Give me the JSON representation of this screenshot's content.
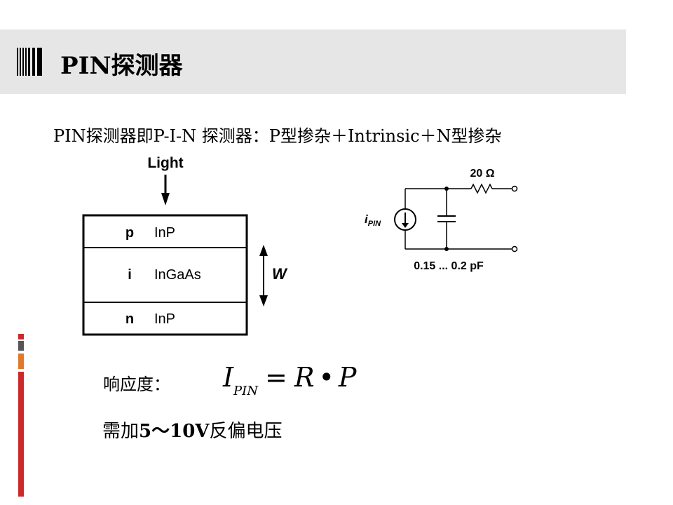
{
  "slide": {
    "title": "PIN探测器",
    "subtitle": "PIN探测器即P-I-N 探测器：P型掺杂＋Intrinsic＋N型掺杂"
  },
  "layer_diagram": {
    "light_label": "Light",
    "layers": [
      {
        "letter": "p",
        "material": "InP"
      },
      {
        "letter": "i",
        "material": "InGaAs"
      },
      {
        "letter": "n",
        "material": "InP"
      }
    ],
    "width_label": "W"
  },
  "circuit": {
    "resistor_label": "20 Ω",
    "source_label_main": "i",
    "source_label_sub": "PIN",
    "capacitor_label": "0.15 ... 0.2 pF"
  },
  "response": {
    "label": "响应度：",
    "formula": {
      "lhs": "I",
      "lhs_sub": "PIN",
      "eq": "=",
      "r": "R",
      "dot": "•",
      "p": "P"
    }
  },
  "bias": {
    "prefix": "需加",
    "value": "5～10V",
    "suffix": "反偏电压"
  },
  "colors": {
    "title_band": "#e6e6e6",
    "side_bar_red": "#cc2a2a",
    "side_bar_gray": "#555555",
    "side_bar_orange": "#e07a2a"
  }
}
